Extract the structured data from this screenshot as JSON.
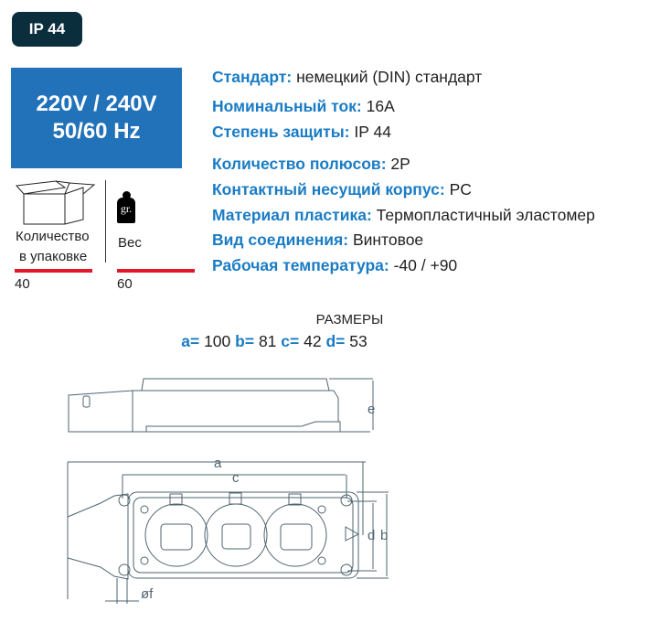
{
  "badge": "IP 44",
  "voltage": {
    "line1": "220V / 240V",
    "line2": "50/60 Hz"
  },
  "specs": [
    {
      "label": "Стандарт:",
      "value": "немецкий (DIN) стандарт"
    },
    {
      "label": "Номинальный ток:",
      "value": "16A"
    },
    {
      "label": "Степень защиты:",
      "value": "IP 44"
    },
    {
      "label": "Количество полюсов:",
      "value": "2P"
    },
    {
      "label": "Контактный несущий корпус:",
      "value": "PC"
    },
    {
      "label": "Материал пластика:",
      "value": "Термопластичный эластомер"
    },
    {
      "label": "Вид соединения:",
      "value": "Винтовое"
    },
    {
      "label": "Рабочая температура:",
      "value": "-40 / +90"
    }
  ],
  "package": {
    "label_line1": "Количество",
    "label_line2": "в упаковке",
    "value": "40",
    "icon": "box-icon"
  },
  "weight": {
    "label": "Вес",
    "value": "60",
    "icon_text": "gr.",
    "icon": "weight-icon"
  },
  "dimensions": {
    "title": "РАЗМЕРЫ",
    "items": [
      {
        "k": "a=",
        "v": "100"
      },
      {
        "k": "b=",
        "v": "81"
      },
      {
        "k": "c=",
        "v": "42"
      },
      {
        "k": "d=",
        "v": "53"
      }
    ],
    "drawing_labels": {
      "a": "a",
      "b": "b",
      "c": "c",
      "d": "d",
      "e": "e",
      "f": "øf"
    }
  },
  "colors": {
    "badge": "#0b2e3d",
    "box": "#2272b9",
    "label": "#1a7cc4",
    "underline": "#e3172b",
    "drawing": "#4f6570"
  }
}
